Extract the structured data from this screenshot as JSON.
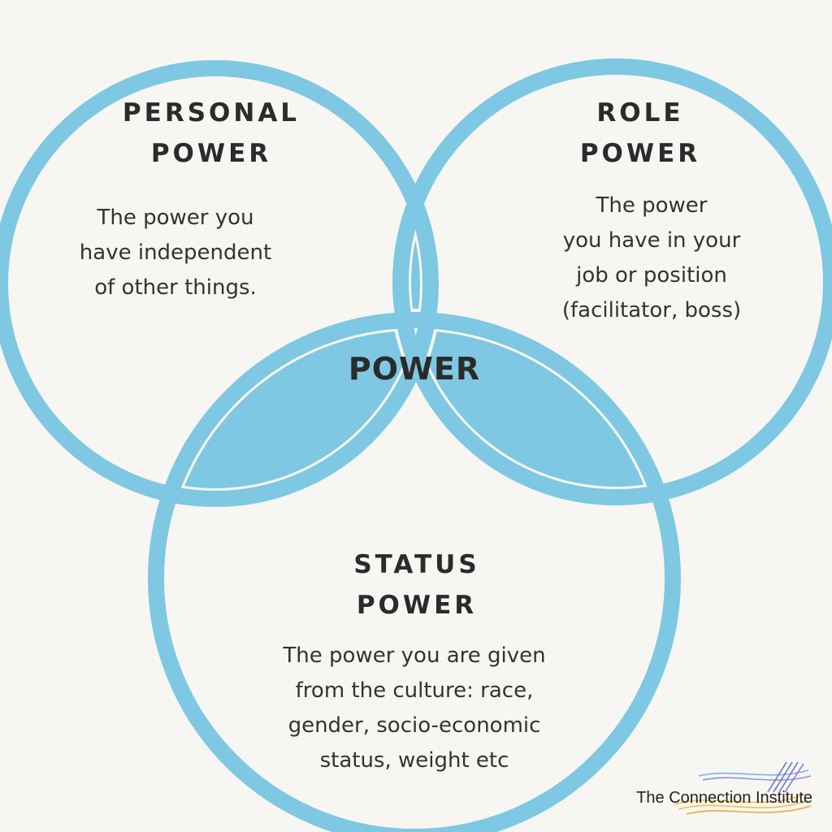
{
  "colors": {
    "background": "#f7f6f3",
    "ring": "#7ec8e3",
    "fill": "#7ec8e3",
    "text": "#2b2b2b"
  },
  "circles": {
    "personal": {
      "heading_lines": [
        "PERSONAL",
        "POWER"
      ],
      "description_lines": [
        "The power you",
        "have independent",
        "of other things."
      ]
    },
    "role": {
      "heading_lines": [
        "ROLE",
        "POWER"
      ],
      "description_lines": [
        "The power",
        "you have in your",
        "job or position",
        "(facilitator, boss)"
      ]
    },
    "status": {
      "heading_lines": [
        "STATUS",
        "POWER"
      ],
      "description_lines": [
        "The power you are given",
        "from the culture: race,",
        "gender, socio-economic",
        "status, weight etc"
      ]
    }
  },
  "center_label": "POWER",
  "brand": {
    "name": "The Connection Institute",
    "logo_icon": "wave-lines-logo"
  }
}
